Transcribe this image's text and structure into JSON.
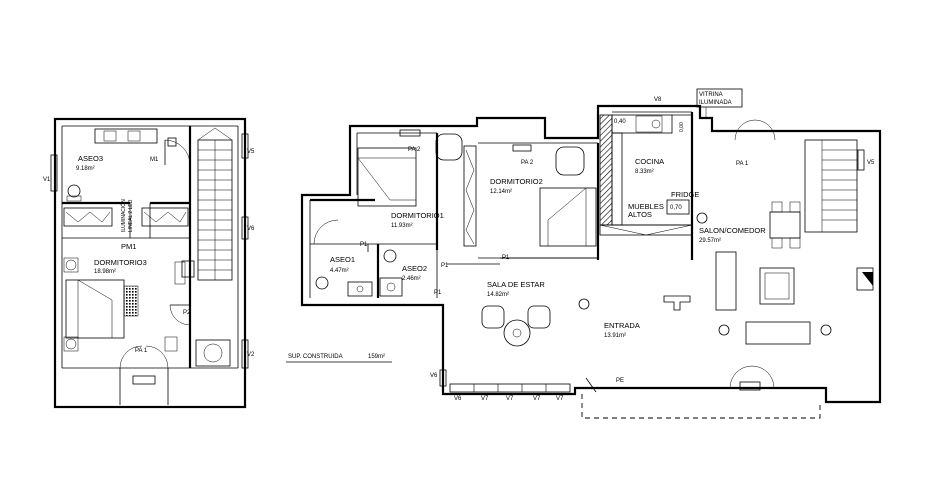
{
  "rooms": {
    "aseo3": {
      "name": "ASEO3",
      "area": "9.18m²"
    },
    "m1": "M1",
    "pm1": "PM1",
    "dormitorio3": {
      "name": "DORMITORIO3",
      "area": "18.98m²"
    },
    "p2": "P2",
    "pa1_left": "PA 1",
    "iluminacion": "ILUMINACIÓN",
    "lineal_led": "LINEAL 2 LED",
    "dormitorio1": {
      "name": "DORMITORIO1",
      "area": "11.93m²"
    },
    "aseo1": {
      "name": "ASEO1",
      "area": "4.47m²"
    },
    "aseo2": {
      "name": "ASEO2",
      "area": "2.46m²"
    },
    "dormitorio2": {
      "name": "DORMITORIO2",
      "area": "12.14m²"
    },
    "sala": {
      "name": "SALA DE  ESTAR",
      "area": "14.82m²"
    },
    "entrada": {
      "name": "ENTRADA",
      "area": "13.91m²"
    },
    "cocina": {
      "name": "COCINA",
      "area": "8.33m²"
    },
    "salon": {
      "name": "SALON/COMEDOR",
      "area": "29.57m²"
    },
    "muebles": "MUEBLES",
    "altos": "ALTOS",
    "fridge": "FRIDGE",
    "vitrina1": "VITRINA",
    "vitrina2": "ILUMINADA",
    "sup": "SUP. CONSTRUIDA",
    "sup_value": "159m²"
  },
  "tags": {
    "v1": "V1",
    "v2": "V2",
    "v5a": "V5",
    "v5b": "V5",
    "v6a": "V6",
    "v6b": "V6",
    "v6c": "V6",
    "v7a": "V7",
    "v7b": "V7",
    "v7c": "V7",
    "v7d": "V7",
    "v8": "V8",
    "pa2a": "PA 2",
    "pa2b": "PA 2",
    "pa1_right": "PA 1",
    "pe": "PE",
    "p1a": "P1",
    "p1b": "P1",
    "p1c": "P1",
    "p1d": "P1",
    "dim040": "0,40",
    "dim070": "0,70",
    "dim000": "0,00"
  }
}
